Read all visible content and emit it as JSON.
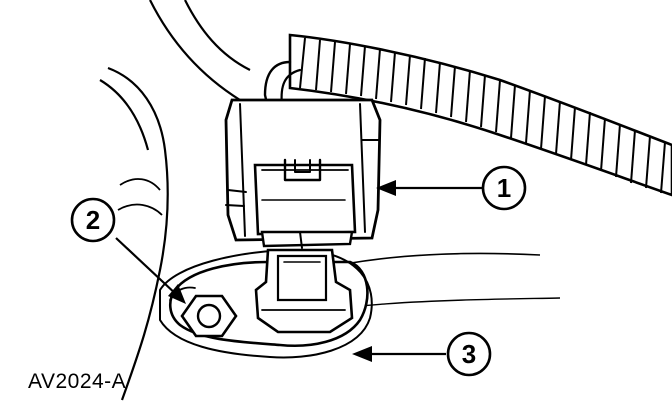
{
  "figure": {
    "id": "AV2024-A",
    "callouts": [
      {
        "label": "1"
      },
      {
        "label": "2"
      },
      {
        "label": "3"
      }
    ]
  },
  "colors": {
    "ink": "#000000",
    "background": "#ffffff"
  }
}
